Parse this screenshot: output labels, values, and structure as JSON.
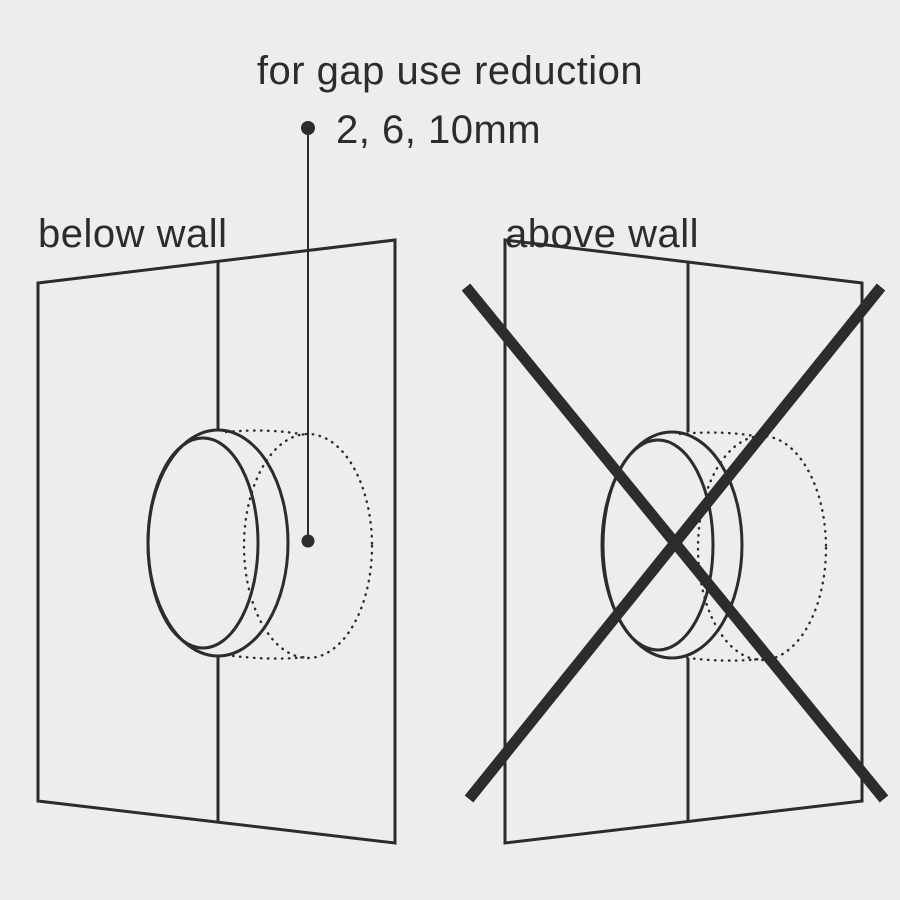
{
  "colors": {
    "background": "#EDEDED",
    "line": "#2C2C2C",
    "text": "#2C2C2C"
  },
  "annotation": {
    "title": "for gap use reduction",
    "subtitle": "2, 6, 10mm"
  },
  "panels": {
    "left": {
      "label": "below wall"
    },
    "right": {
      "label": "above wall"
    }
  }
}
